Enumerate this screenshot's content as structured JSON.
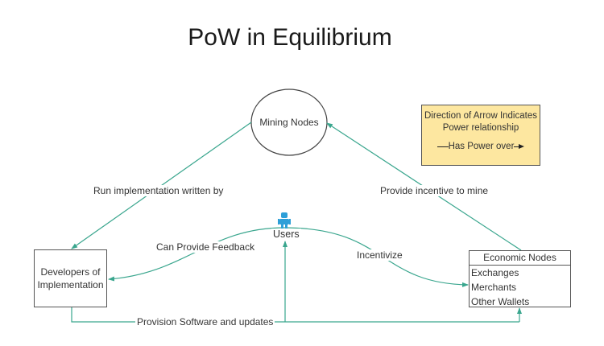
{
  "title": "PoW in Equilibrium",
  "colors": {
    "edge": "#3aa68e",
    "node_border": "#555555",
    "legend_fill": "#fde7a0",
    "user_icon": "#2d9fd8"
  },
  "nodes": {
    "mining": {
      "label": "Mining Nodes"
    },
    "developers": {
      "label_line1": "Developers of",
      "label_line2": "Implementation"
    },
    "users": {
      "label": "Users",
      "icon": "person-icon"
    },
    "economic": {
      "header": "Economic Nodes",
      "items": [
        "Exchanges",
        "Merchants",
        "Other Wallets"
      ]
    }
  },
  "edges": {
    "run_impl": "Run implementation written by",
    "provide_incentive": "Provide incentive to mine",
    "feedback": "Can Provide Feedback",
    "incentivize": "Incentivize",
    "provision": "Provision Software and updates"
  },
  "legend": {
    "line1": "Direction of Arrow Indicates",
    "line2": "Power relationship",
    "line3": "Has Power over"
  }
}
